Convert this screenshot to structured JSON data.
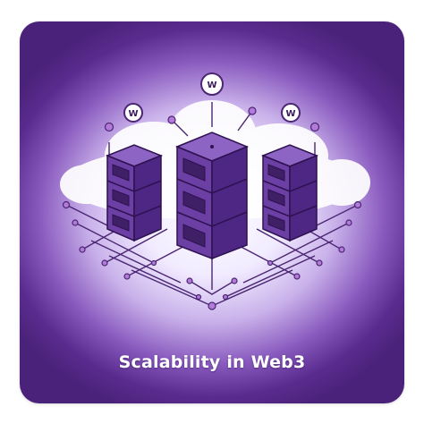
{
  "title": "Scalability in Web3",
  "nodes": [
    {
      "label": "W",
      "icon": "web3-node-icon"
    },
    {
      "label": "W",
      "icon": "web3-node-icon"
    },
    {
      "label": "W",
      "icon": "web3-node-icon"
    }
  ],
  "colors": {
    "background_dark": "#4a2279",
    "glow": "#ffffff",
    "server_body": "#6b3fa3",
    "server_dark": "#3f1f66",
    "network_line": "#4b2673",
    "node_dot": "#b27ad9"
  }
}
